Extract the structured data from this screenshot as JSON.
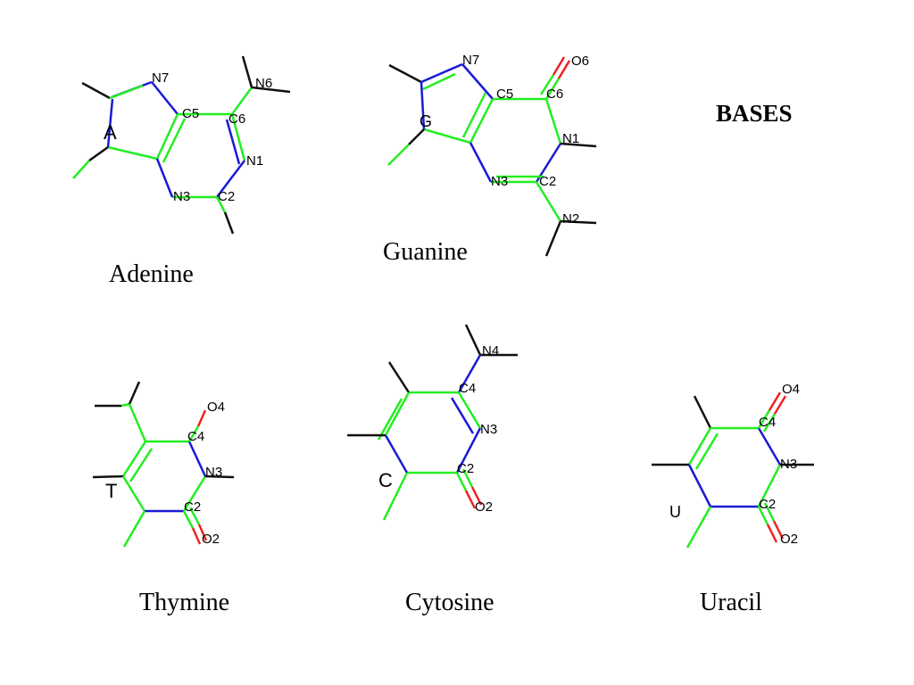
{
  "title": "BASES",
  "bases": {
    "adenine": {
      "name": "Adenine",
      "letter": "A",
      "atoms": {
        "n7": "N7",
        "n6": "N6",
        "c5": "C5",
        "c6": "C6",
        "n1": "N1",
        "n3": "N3",
        "c2": "C2"
      }
    },
    "guanine": {
      "name": "Guanine",
      "letter": "G",
      "atoms": {
        "n7": "N7",
        "o6": "O6",
        "c5": "C5",
        "c6": "C6",
        "n1": "N1",
        "n3": "N3",
        "c2": "C2",
        "n2": "N2"
      }
    },
    "thymine": {
      "name": "Thymine",
      "letter": "T",
      "atoms": {
        "o4": "O4",
        "c4": "C4",
        "n3": "N3",
        "c2": "C2",
        "o2": "O2"
      }
    },
    "cytosine": {
      "name": "Cytosine",
      "letter": "C",
      "atoms": {
        "n4": "N4",
        "c4": "C4",
        "n3": "N3",
        "c2": "C2",
        "o2": "O2"
      }
    },
    "uracil": {
      "name": "Uracil",
      "letter": "U",
      "atoms": {
        "o4": "O4",
        "c4": "C4",
        "n3": "N3",
        "c2": "C2",
        "o2": "O2"
      }
    }
  },
  "colors": {
    "carbon": "#22ee22",
    "nitrogen": "#1a1ad8",
    "oxygen": "#ee2222",
    "hydrogen": "#111111"
  }
}
